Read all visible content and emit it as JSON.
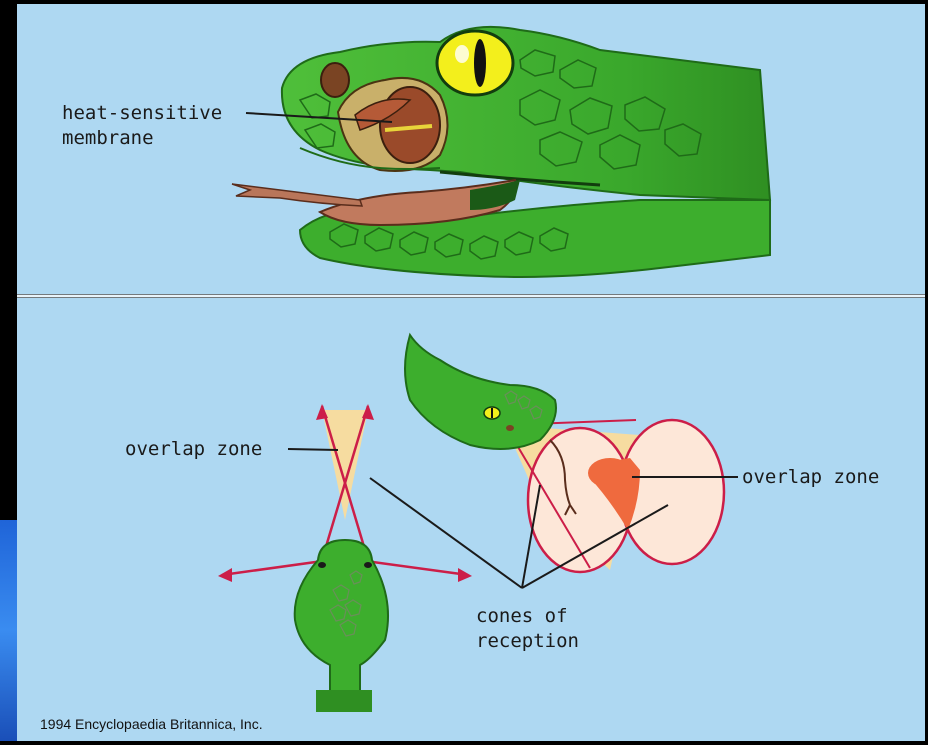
{
  "labels": {
    "heat_line1": "heat-sensitive",
    "heat_line2": "membrane",
    "overlap_left": "overlap zone",
    "overlap_right": "overlap zone",
    "cones_line1": "cones of",
    "cones_line2": "reception"
  },
  "copyright": "1994 Encyclopaedia Britannica, Inc.",
  "colors": {
    "panel": "#aed8f2",
    "snake_green": "#3caa2c",
    "snake_dark": "#1f6b18",
    "cone_pink": "#fde7d8",
    "cone_edge": "#d21e3c",
    "overlap_orange": "#ef6a3e",
    "arrow_red": "#cc1e48",
    "pit_brown": "#9a4a2a",
    "eye_yellow": "#f3ef1c"
  }
}
